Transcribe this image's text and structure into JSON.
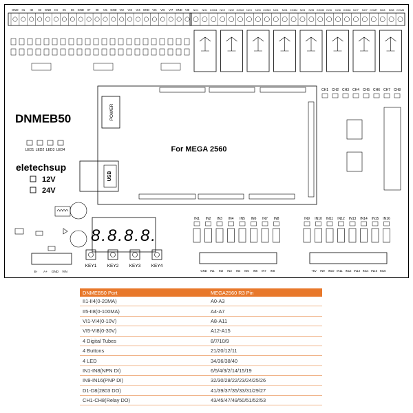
{
  "board": {
    "model": "DNMEB50",
    "brand": "eletechsup",
    "center_label": "For MEGA 2560",
    "power_label": "POWER",
    "usb_label": "USB",
    "voltage_options": [
      "12V",
      "24V"
    ],
    "leds": [
      "LED1",
      "LED2",
      "LED3",
      "LED4"
    ],
    "buttons": [
      "KEY1",
      "KEY2",
      "KEY3",
      "KEY4"
    ],
    "display_digits": "8.8.8.8.",
    "relay_channels": [
      "CH1",
      "CH2",
      "CH3",
      "CH4",
      "CH5",
      "CH6",
      "CH7",
      "CH8"
    ],
    "npn_inputs": [
      "IN1",
      "IN2",
      "IN3",
      "IN4",
      "IN5",
      "IN6",
      "IN7",
      "IN8"
    ],
    "pnp_inputs": [
      "IN9",
      "IN10",
      "IN11",
      "IN12",
      "IN13",
      "IN14",
      "IN15",
      "IN16"
    ],
    "analog_terminals": [
      "GND",
      "II1",
      "II2",
      "II3",
      "GND",
      "II4",
      "II5",
      "II6",
      "GND",
      "II7",
      "II8",
      "VI1",
      "GND",
      "VI2",
      "VI3",
      "VI4",
      "GND",
      "VI5",
      "VI6",
      "VI7",
      "GND",
      "VI8"
    ],
    "relay_terminals": [
      "NC1",
      "NO1",
      "COM1",
      "NC2",
      "NO2",
      "COM2",
      "NC3",
      "NO3",
      "COM3",
      "NC4",
      "NO4",
      "COM4",
      "NC5",
      "NO5",
      "COM5",
      "NC6",
      "NO6",
      "COM6",
      "NC7",
      "NO7",
      "COM7",
      "NC8",
      "NO8",
      "COM8"
    ],
    "npn_terminals": [
      "GND",
      "IN1",
      "IN2",
      "IN3",
      "IN4",
      "IN5",
      "IN6",
      "IN7",
      "IN8"
    ],
    "pnp_terminals": [
      "+5V",
      "IN9",
      "IN10",
      "IN11",
      "IN12",
      "IN13",
      "IN14",
      "IN15",
      "IN16"
    ],
    "power_terminals": [
      "B-",
      "A+",
      "GND",
      "VIN"
    ]
  },
  "pin_table": {
    "headers": [
      "DNMEB50 Port",
      "MEGA2560 R3 Pin"
    ],
    "rows": [
      [
        "II1-II4(0-20MA)",
        "A0-A3"
      ],
      [
        "II5-II8(0-100MA)",
        "A4-A7"
      ],
      [
        "VI1-VI4(0-10V)",
        "A8-A11"
      ],
      [
        "VI5-VI8(0-30V)",
        "A12-A15"
      ],
      [
        "4 Digital Tubes",
        "8/7/10/9"
      ],
      [
        "4 Buttons",
        "21/20/12/11"
      ],
      [
        "4 LED",
        "34/36/38/40"
      ],
      [
        "IN1-IN8(NPN DI)",
        "6/5/4/3/2/14/15/19"
      ],
      [
        "IN9-IN16(PNP DI)",
        "32/30/28/22/23/24/25/26"
      ],
      [
        "D1-D8(2803 DO)",
        "41/39/37/35/33/31/29/27"
      ],
      [
        "CH1-CH8(Relay DO)",
        "43/45/47/49/50/51/52/53"
      ]
    ]
  }
}
